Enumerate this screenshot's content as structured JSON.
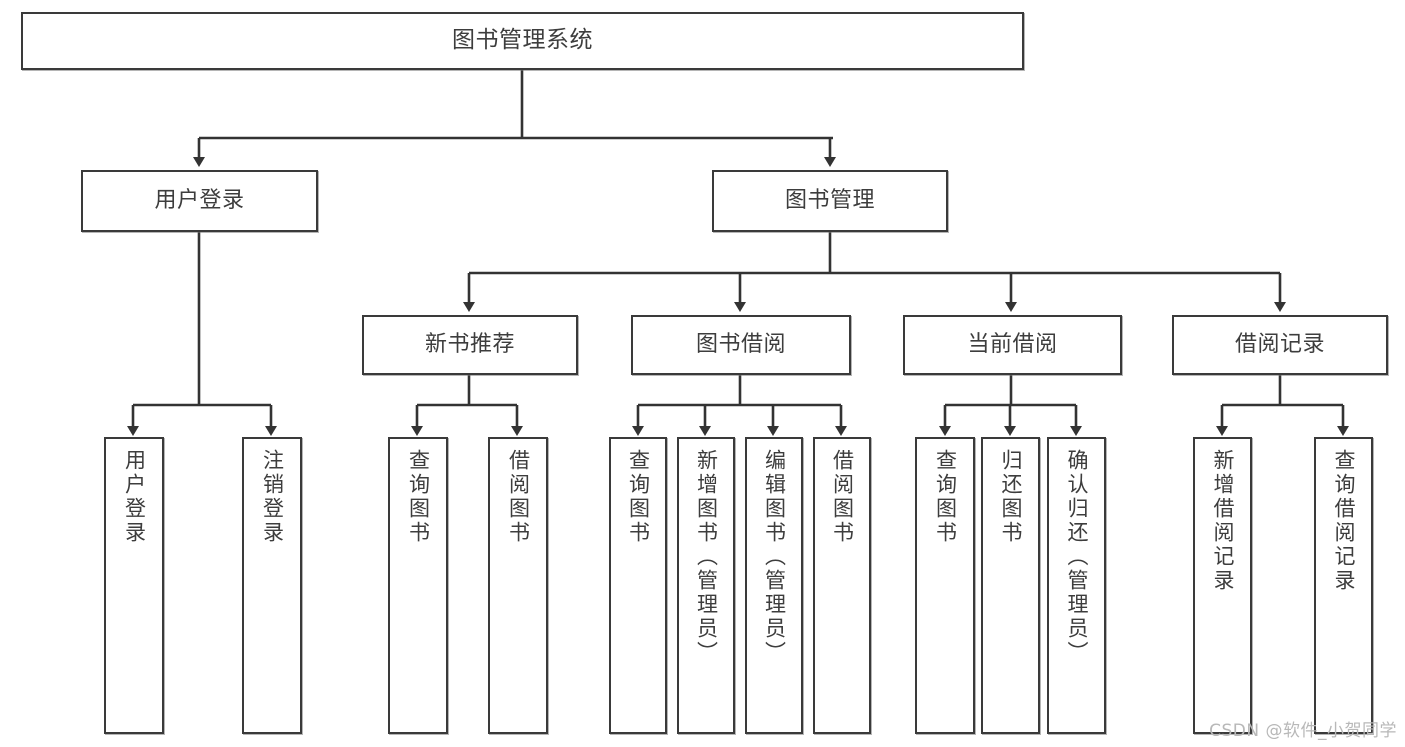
{
  "diagram": {
    "type": "tree",
    "title": "图书管理系统",
    "orientation": "top-down",
    "colors": {
      "box_border": "#3a3a3a",
      "box_fill": "#ffffff",
      "text": "#3d3d3d",
      "edge": "#333333",
      "watermark": "#b8b8b8"
    },
    "root": {
      "label": "图书管理系统"
    },
    "level2": [
      {
        "label": "用户登录"
      },
      {
        "label": "图书管理"
      }
    ],
    "level3": [
      {
        "label": "新书推荐"
      },
      {
        "label": "图书借阅"
      },
      {
        "label": "当前借阅"
      },
      {
        "label": "借阅记录"
      }
    ],
    "leaves": {
      "user_login": [
        {
          "label": "用户登录"
        },
        {
          "label": "注销登录"
        }
      ],
      "new_book_recommend": [
        {
          "label": "查询图书"
        },
        {
          "label": "借阅图书"
        }
      ],
      "book_borrow": [
        {
          "label": "查询图书"
        },
        {
          "label": "新增图书（管理员）"
        },
        {
          "label": "编辑图书（管理员）"
        },
        {
          "label": "借阅图书"
        }
      ],
      "current_borrow": [
        {
          "label": "查询图书"
        },
        {
          "label": "归还图书"
        },
        {
          "label": "确认归还（管理员）"
        }
      ],
      "borrow_record": [
        {
          "label": "新增借阅记录"
        },
        {
          "label": "查询借阅记录"
        }
      ]
    }
  },
  "watermark": {
    "text": "CSDN @软件_小贺同学"
  }
}
